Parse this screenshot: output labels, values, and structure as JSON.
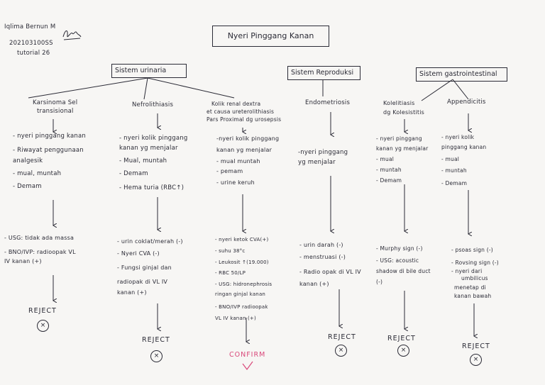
{
  "author": {
    "name": "Iqlima Bernun M",
    "id": "202103100SS",
    "tutorial": "tutorial 26"
  },
  "title": "Nyeri Pinggang Kanan",
  "systems": {
    "urinaria": "Sistem urinaria",
    "reproduksi": "Sistem Reproduksi",
    "gastro": "Sistem gastrointestinal"
  },
  "diagnoses": [
    {
      "name": [
        "Karsinoma Sel",
        "transisional"
      ],
      "symptoms": [
        "- nyeri pinggang kanan",
        "- Riwayat penggunaan",
        "  analgesik",
        "- mual, muntah",
        "- Demam"
      ],
      "findings": [
        "- USG: tidak ada massa",
        "- BNO/IVP: radioopak VL",
        "  IV kanan (+)"
      ],
      "verdict": "REJECT",
      "mark": "x"
    },
    {
      "name": [
        "Nefrolithiasis"
      ],
      "symptoms": [
        "- nyeri kolik pinggang",
        "  kanan yg menjalar",
        "- Mual, muntah",
        "- Demam",
        "- Hema turia (RBC↑)"
      ],
      "findings": [
        "- urin coklat/merah (-)",
        "- Nyeri CVA (-)",
        "- Fungsi ginjal dan",
        "  radiopak di VL IV",
        "  kanan (+)"
      ],
      "verdict": "REJECT",
      "mark": "x"
    },
    {
      "name": [
        "Kolik renal dextra",
        "et causa ureterolithiasis",
        "Pars Proximal dg urosepsis"
      ],
      "symptoms": [
        "-nyeri kolik pinggang",
        "  kanan yg menjalar",
        "- mual muntah",
        "- pemam",
        "- urine keruh"
      ],
      "findings": [
        "- nyeri ketok CVA(+)",
        "- suhu 38°c",
        "- Leukosit ↑(19.000)",
        "- RBC 50/LP",
        "- USG: hidronephrosis",
        "  ringan ginjal kanan",
        "- BNO/IVP radioopak",
        "  VL IV kanan (+)"
      ],
      "verdict": "CONFIRM",
      "mark": "check"
    },
    {
      "name": [
        "Endometriosis"
      ],
      "symptoms": [
        "-nyeri pinggang",
        "  yg menjalar"
      ],
      "findings": [
        "- urin darah (-)",
        "- menstruasi (-)",
        "- Radio opak di VL IV",
        "  kanan (+)"
      ],
      "verdict": "REJECT",
      "mark": "x"
    },
    {
      "name": [
        "Kolelitiasis",
        "dg Kolesistitis"
      ],
      "symptoms": [
        "- nyeri pinggang",
        "  kanan yg menjalar",
        "- mual",
        "- muntah",
        "- Demam"
      ],
      "findings": [
        "- Murphy sign (-)",
        "- USG: acoustic",
        "  shadow di bile duct",
        "  (-)"
      ],
      "verdict": "REJECT",
      "mark": "x"
    },
    {
      "name": [
        "Appendicitis"
      ],
      "symptoms": [
        "- nyeri kolik",
        "  pinggang kanan",
        "- mual",
        "- muntah",
        "- Demam"
      ],
      "findings": [
        "- psoas sign (-)",
        "- Rovsing sign (-)",
        "- nyeri dari",
        "  umbilicus",
        "  menetap di",
        "  kanan bawah"
      ],
      "verdict": "REJECT",
      "mark": "x"
    }
  ],
  "colors": {
    "ink": "#2b2b36",
    "confirm": "#d9487a",
    "paper": "#f7f6f4"
  }
}
